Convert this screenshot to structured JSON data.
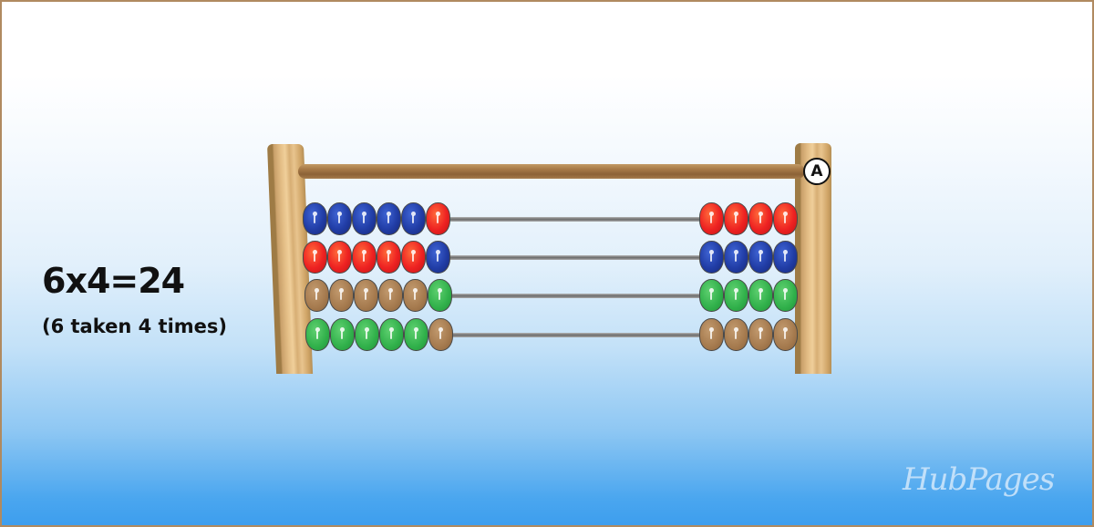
{
  "equation": {
    "main": "6x4=24",
    "caption": "(6 taken 4 times)"
  },
  "abacus": {
    "label": "A",
    "colors": {
      "blue": "#1f3a9e",
      "red": "#e62020",
      "tan": "#a57a4e",
      "green": "#2fae48"
    },
    "rows": [
      {
        "left": [
          "blue",
          "blue",
          "blue",
          "blue",
          "blue",
          "red"
        ],
        "right": [
          "red",
          "red",
          "red",
          "red"
        ]
      },
      {
        "left": [
          "red",
          "red",
          "red",
          "red",
          "red",
          "blue"
        ],
        "right": [
          "blue",
          "blue",
          "blue",
          "blue"
        ]
      },
      {
        "left": [
          "tan",
          "tan",
          "tan",
          "tan",
          "tan",
          "green"
        ],
        "right": [
          "green",
          "green",
          "green",
          "green"
        ]
      },
      {
        "left": [
          "green",
          "green",
          "green",
          "green",
          "green",
          "tan"
        ],
        "right": [
          "tan",
          "tan",
          "tan",
          "tan"
        ]
      }
    ]
  },
  "watermark": "HubPages"
}
